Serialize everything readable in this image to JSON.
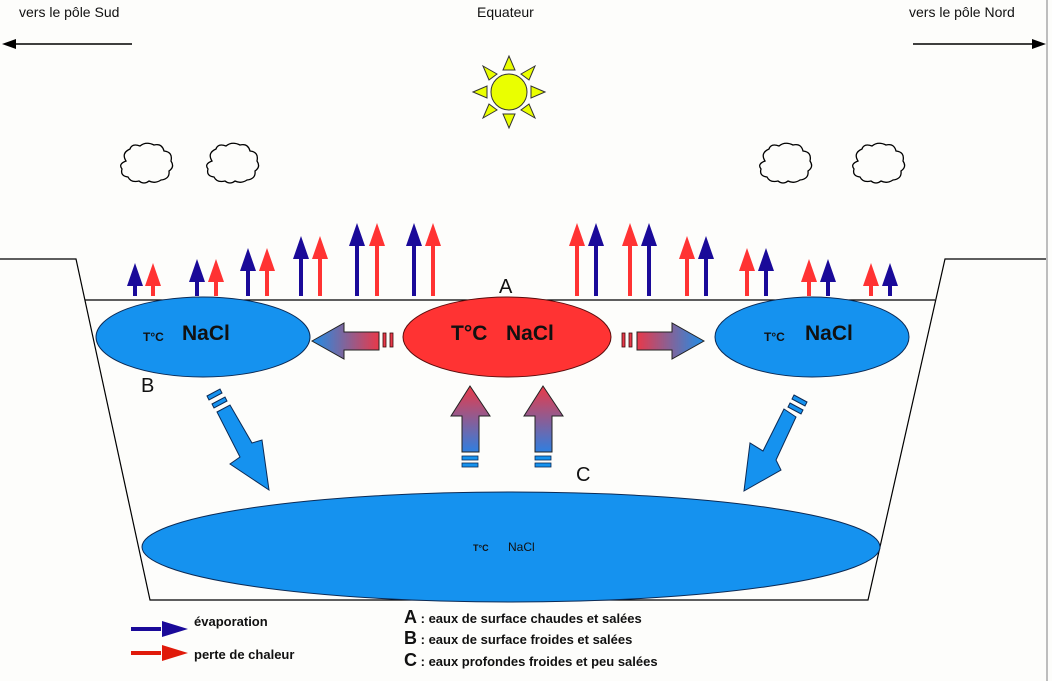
{
  "header": {
    "left_direction": "vers le pôle Sud",
    "center": "Equateur",
    "right_direction": "vers le pôle Nord"
  },
  "colors": {
    "evaporation": "#1a0a99",
    "heat_loss": "#ff3333",
    "cold_water": "#1592ef",
    "warm_water": "#ff3333",
    "sun": "#eaff00",
    "legend_heat_loss": "#e01a0a"
  },
  "icons": [
    "sun-icon",
    "cloud-icon",
    "arrow-left-icon",
    "arrow-right-icon",
    "arrow-up-icon"
  ],
  "masses": {
    "A": {
      "letter": "A",
      "temp": "T°C",
      "salt": "NaCl"
    },
    "B_left": {
      "letter": "B",
      "temp": "T°C",
      "salt": "NaCl"
    },
    "B_right": {
      "temp": "T°C",
      "salt": "NaCl"
    },
    "C": {
      "letter": "C",
      "temp": "T°C",
      "salt": "NaCl"
    }
  },
  "legend": {
    "evaporation": "évaporation",
    "heat_loss": "perte de chaleur"
  },
  "key": [
    {
      "letter": "A",
      "text": ": eaux de surface chaudes et salées"
    },
    {
      "letter": "B",
      "text": ": eaux de surface froides et salées"
    },
    {
      "letter": "C",
      "text": ": eaux profondes froides et peu salées"
    }
  ]
}
